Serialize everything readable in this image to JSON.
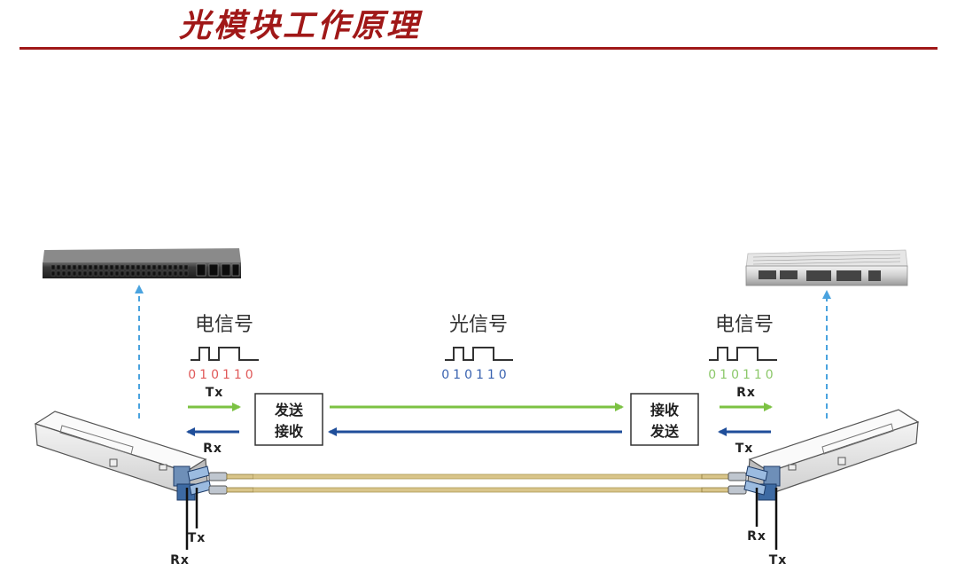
{
  "title": "光模块工作原理",
  "left": {
    "signal_label": "电信号",
    "bits": "010110",
    "tx_label": "Tx",
    "rx_label": "Rx",
    "box_line1": "发送",
    "box_line2": "接收",
    "port_tx": "Tx",
    "port_rx": "Rx"
  },
  "center": {
    "signal_label": "光信号",
    "bits": "010110"
  },
  "right": {
    "signal_label": "电信号",
    "bits": "010110",
    "rx_label": "Rx",
    "tx_label": "Tx",
    "box_line1": "接收",
    "box_line2": "发送",
    "port_rx": "Rx",
    "port_tx": "Tx"
  },
  "colors": {
    "title": "#a01818",
    "green": "#7cc243",
    "blue": "#1f4e9a",
    "red_bits": "#e05a5a",
    "blue_bits": "#3a63b0",
    "green_bits": "#8cc86a",
    "dashed": "#4aa3df",
    "fiber": "#d9c58a"
  },
  "icons": {
    "left_device": "network-switch-icon",
    "right_device": "server-icon",
    "left_module": "optical-module-icon",
    "right_module": "optical-module-icon"
  }
}
